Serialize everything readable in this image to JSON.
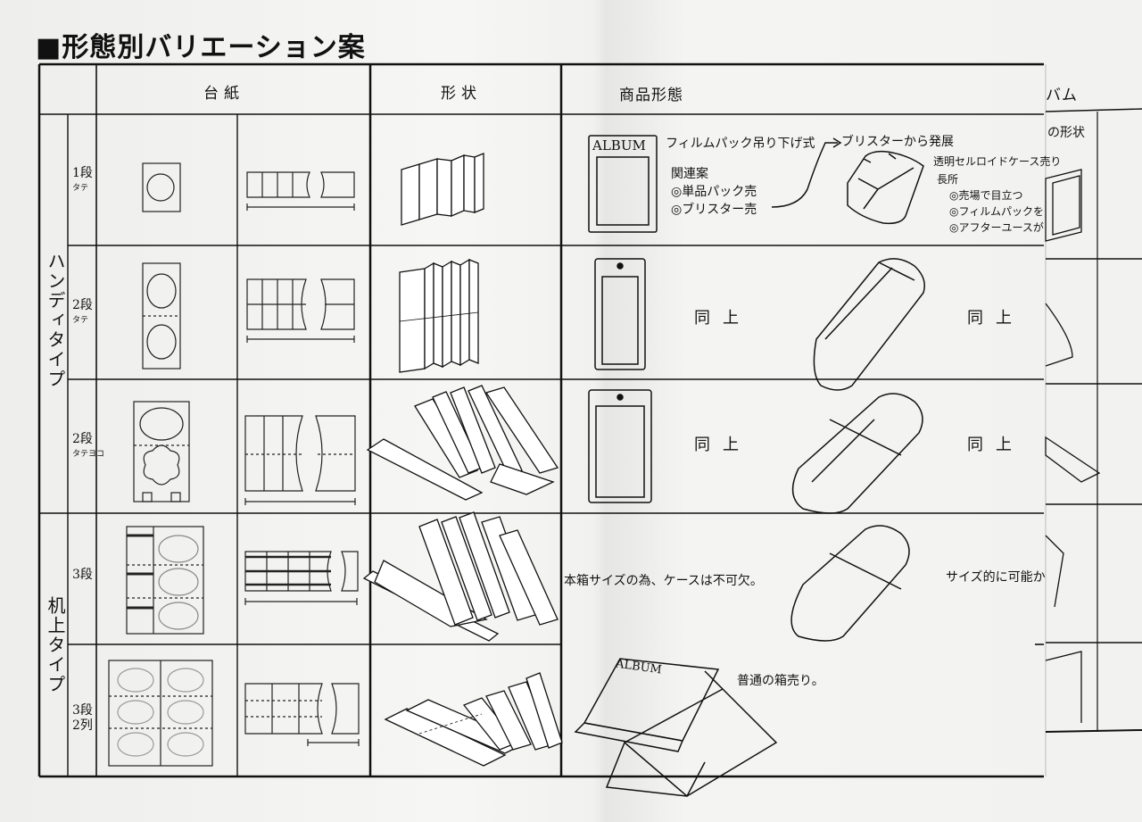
{
  "title": "■形態別バリエーション案",
  "headers": {
    "daishi": "台紙",
    "keijo": "形状",
    "shohin": "商品形態",
    "right_partial_1": "バム",
    "right_partial_2": "の形状"
  },
  "groups": {
    "handy": "ハンディタイプ",
    "desk": "机上タイプ"
  },
  "rows": [
    {
      "label": "1段",
      "sub": "タテ"
    },
    {
      "label": "2段",
      "sub": "タテ"
    },
    {
      "label": "2段",
      "sub": "タテヨコ"
    },
    {
      "label": "3段",
      "sub": ""
    },
    {
      "label": "3段",
      "sub": "2列"
    }
  ],
  "album_label": "ALBUM",
  "notes": {
    "film_pack": "フィルムパック吊り下げ式",
    "blister_dev": "ブリスターから発展",
    "related": "関連案",
    "single_pack": "◎単品パック売",
    "blister_sale": "◎ブリスター売",
    "clear_case": "透明セルロイドケース売り",
    "merits": "長所",
    "merit1": "◎売場で目立つ",
    "merit2": "◎フィルムパックを",
    "merit3": "◎アフターユースが",
    "same": "同上",
    "bookcase": "本箱サイズの為、ケースは不可欠。",
    "size_possible": "サイズ的に可能か",
    "box_sale": "普通の箱売り。"
  }
}
